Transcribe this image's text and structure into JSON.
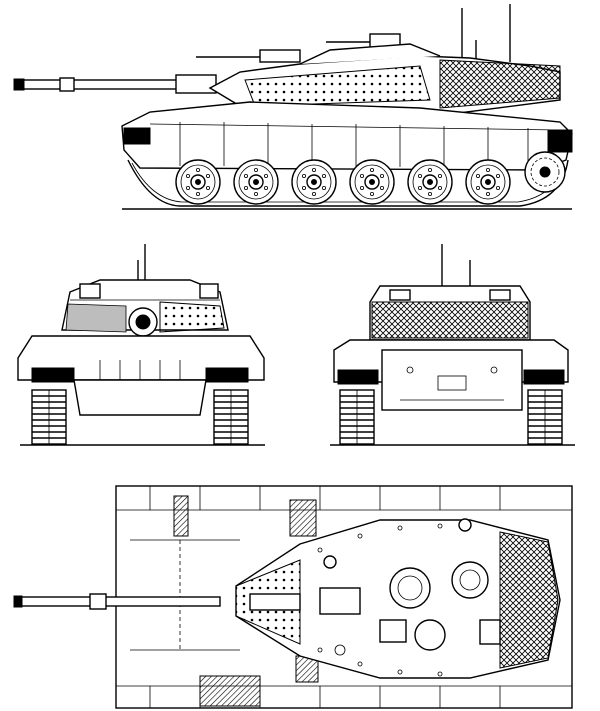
{
  "drawing": {
    "subject": "main-battle-tank",
    "views": [
      {
        "id": "side",
        "icon": "tank-side-view"
      },
      {
        "id": "front",
        "icon": "tank-front-view"
      },
      {
        "id": "rear",
        "icon": "tank-rear-view"
      },
      {
        "id": "top",
        "icon": "tank-top-view"
      }
    ],
    "colors": {
      "line": "#000000",
      "background": "#ffffff",
      "shade": "#bdbdbd"
    },
    "road_wheels_per_side": 6
  }
}
